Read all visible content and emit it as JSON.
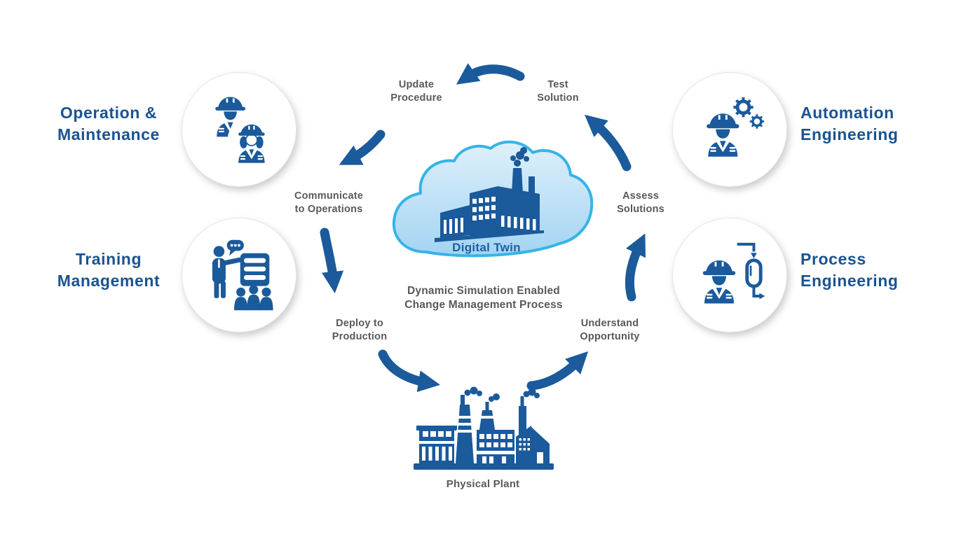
{
  "diagram": {
    "center": {
      "cloud_label": "Digital Twin",
      "caption_line1": "Dynamic Simulation Enabled",
      "caption_line2": "Change Management Process"
    },
    "physical_plant_label": "Physical Plant",
    "roles": [
      {
        "name": "operation-maintenance",
        "line1": "Operation &",
        "line2": "Maintenance",
        "icon": "two-workers-icon"
      },
      {
        "name": "training-management",
        "line1": "Training",
        "line2": "Management",
        "icon": "trainer-presentation-icon"
      },
      {
        "name": "automation-engineering",
        "line1": "Automation",
        "line2": "Engineering",
        "icon": "worker-gears-icon"
      },
      {
        "name": "process-engineering",
        "line1": "Process",
        "line2": "Engineering",
        "icon": "worker-vessel-icon"
      }
    ],
    "steps": [
      {
        "name": "update-procedure",
        "line1": "Update",
        "line2": "Procedure"
      },
      {
        "name": "test-solution",
        "line1": "Test",
        "line2": "Solution"
      },
      {
        "name": "communicate-to-operations",
        "line1": "Communicate",
        "line2": "to Operations"
      },
      {
        "name": "assess-solutions",
        "line1": "Assess",
        "line2": "Solutions"
      },
      {
        "name": "deploy-to-production",
        "line1": "Deploy to",
        "line2": "Production"
      },
      {
        "name": "understand-opportunity",
        "line1": "Understand",
        "line2": "Opportunity"
      }
    ],
    "colors": {
      "primary_blue": "#1B5A9B",
      "heading_blue": "#1A5391",
      "label_gray": "#58595B",
      "cloud_border": "#35B4E8",
      "cloud_fill_top": "#DFF0FB",
      "cloud_fill_bottom": "#A3D4F2"
    }
  }
}
